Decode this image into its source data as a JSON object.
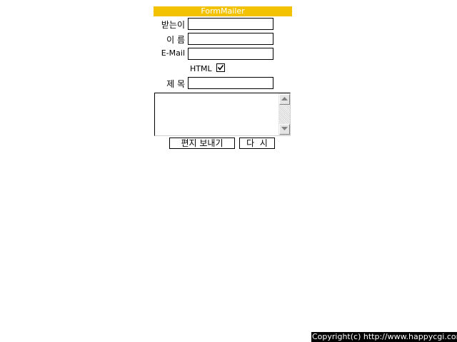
{
  "colors": {
    "title_bar": "#f2c200",
    "footer_bg": "#000000",
    "footer_text": "#ffffff"
  },
  "form": {
    "title": "FormMailer",
    "to_label": "받는이",
    "to_value": "",
    "name_label": "이 름",
    "name_value": "",
    "email_label": "E-Mail",
    "email_value": "",
    "html_label": "HTML",
    "html_checked": true,
    "subject_label": "제 목",
    "subject_value": "",
    "body_value": "",
    "send_button": "편지 보내기",
    "reset_button": "다  시"
  },
  "footer": {
    "text": "Copyright(c) http://www.happycgi.com"
  }
}
